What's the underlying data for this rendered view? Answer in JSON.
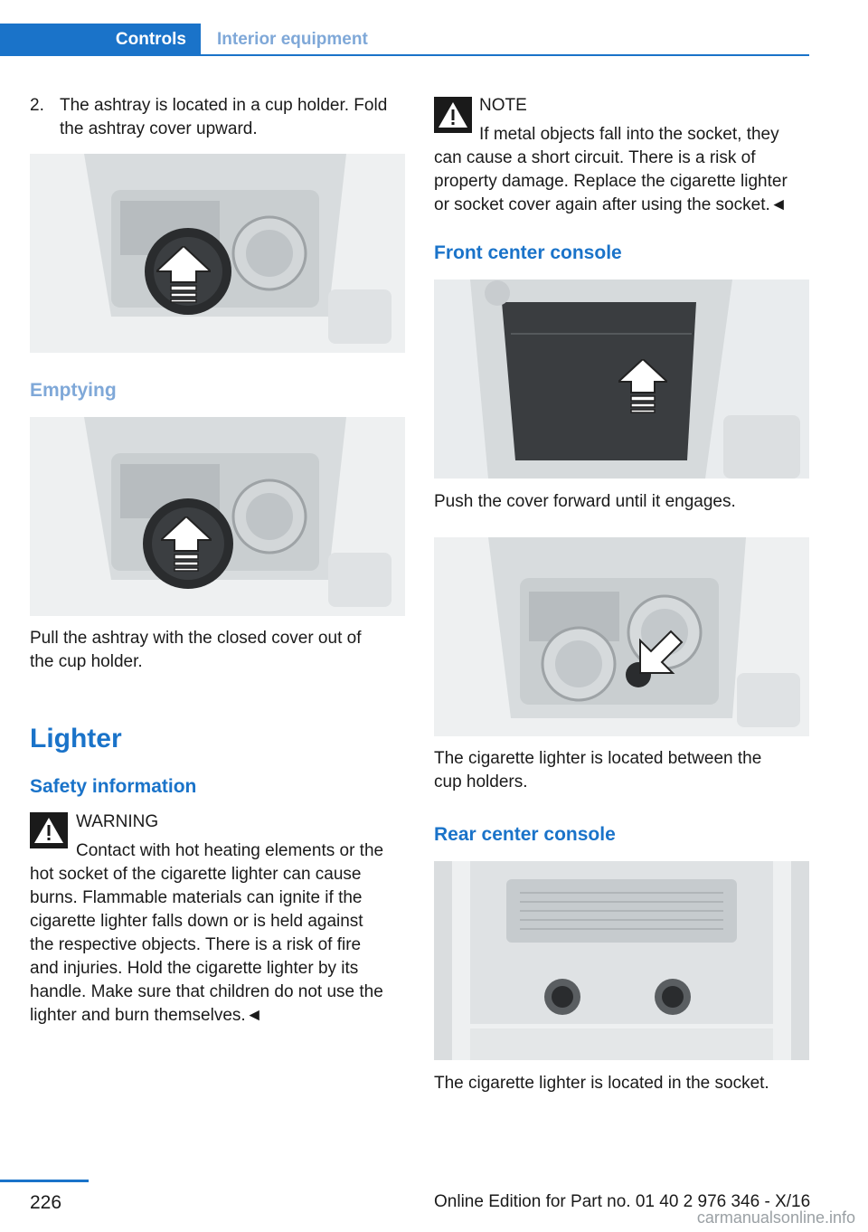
{
  "header": {
    "tab_active": "Controls",
    "tab_inactive": "Interior equipment"
  },
  "left": {
    "step_number": "2.",
    "step_text_line1": "The ashtray is located in a cup holder. Fold",
    "step_text_line2": "the ashtray cover upward.",
    "emptying_heading": "Emptying",
    "pull_text_line1": "Pull the ashtray with the closed cover out of",
    "pull_text_line2": "the cup holder.",
    "lighter_heading": "Lighter",
    "safety_heading": "Safety information",
    "warning_label": "WARNING",
    "warning_lines": [
      "Contact with hot heating elements or the",
      "hot socket of the cigarette lighter can cause",
      "burns. Flammable materials can ignite if the",
      "cigarette lighter falls down or is held against",
      "the respective objects. There is a risk of fire",
      "and injuries. Hold the cigarette lighter by its",
      "handle. Make sure that children do not use the",
      "lighter and burn themselves.◄"
    ]
  },
  "right": {
    "note_label": "NOTE",
    "note_lines": [
      "If metal objects fall into the socket, they",
      "can cause a short circuit. There is a risk of",
      "property damage. Replace the cigarette lighter",
      "or socket cover again after using the socket.◄"
    ],
    "front_heading": "Front center console",
    "push_text": "Push the cover forward until it engages.",
    "located_text_line1": "The cigarette lighter is located between the",
    "located_text_line2": "cup holders.",
    "rear_heading": "Rear center console",
    "socket_text": "The cigarette lighter is located in the socket."
  },
  "footer": {
    "page_number": "226",
    "edition": "Online Edition for Part no. 01 40 2 976 346 - X/16",
    "watermark": "carmanualsonline.info"
  },
  "colors": {
    "accent": "#1a73c9",
    "accent_muted": "#7fa8d8"
  },
  "icons": [
    "warning-triangle-icon",
    "note-triangle-icon",
    "arrow-up-icon",
    "arrow-down-left-icon"
  ]
}
